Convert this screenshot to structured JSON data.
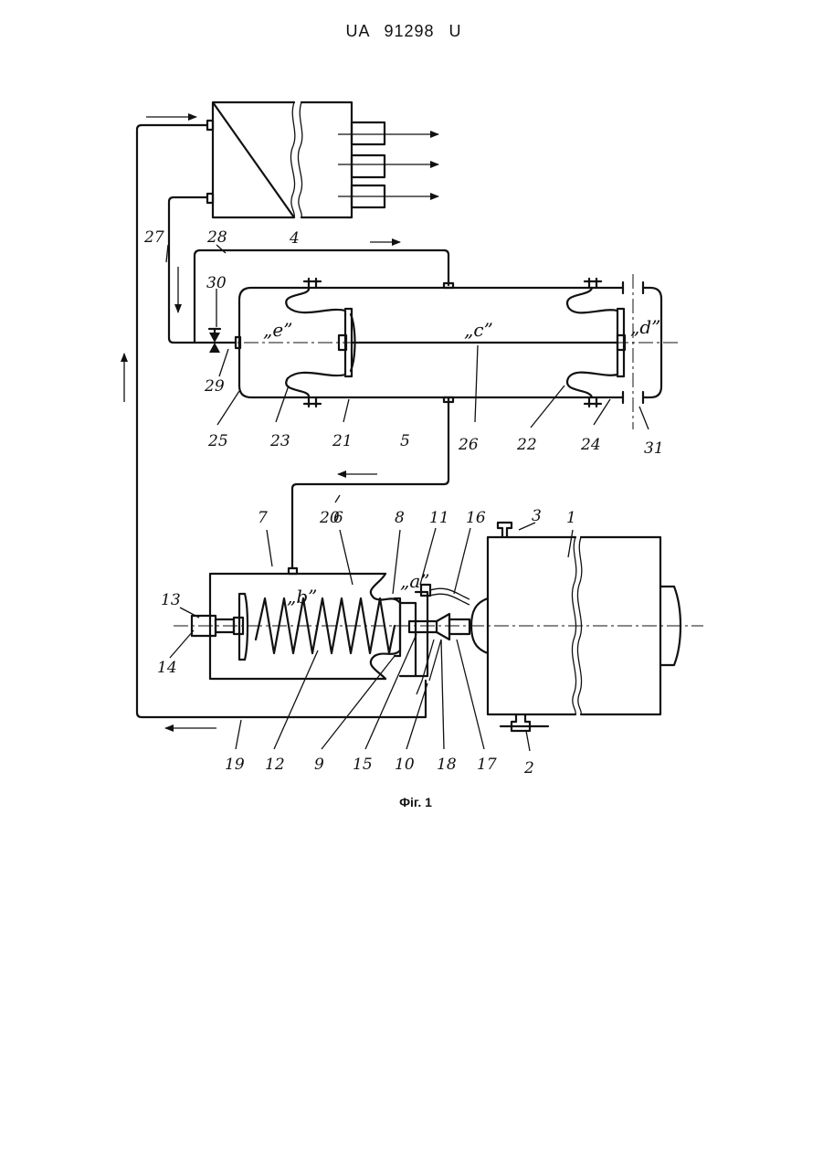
{
  "document": {
    "header": "UA 91298 U",
    "caption": "Фіг. 1"
  },
  "zone_labels": {
    "e": "„e”",
    "c": "„c”",
    "d": "„d”",
    "b": "„b”",
    "a": "„a”"
  },
  "callouts": {
    "n1": "1",
    "n2": "2",
    "n3": "3",
    "n4": "4",
    "n5": "5",
    "n6": "6",
    "n7": "7",
    "n8": "8",
    "n9": "9",
    "n10": "10",
    "n11": "11",
    "n12": "12",
    "n13": "13",
    "n14": "14",
    "n15": "15",
    "n16": "16",
    "n17": "17",
    "n18": "18",
    "n19": "19",
    "n20": "20",
    "n21": "21",
    "n22": "22",
    "n23": "23",
    "n24": "24",
    "n25": "25",
    "n26": "26",
    "n27": "27",
    "n28": "28",
    "n29": "29",
    "n30": "30",
    "n31": "31"
  }
}
